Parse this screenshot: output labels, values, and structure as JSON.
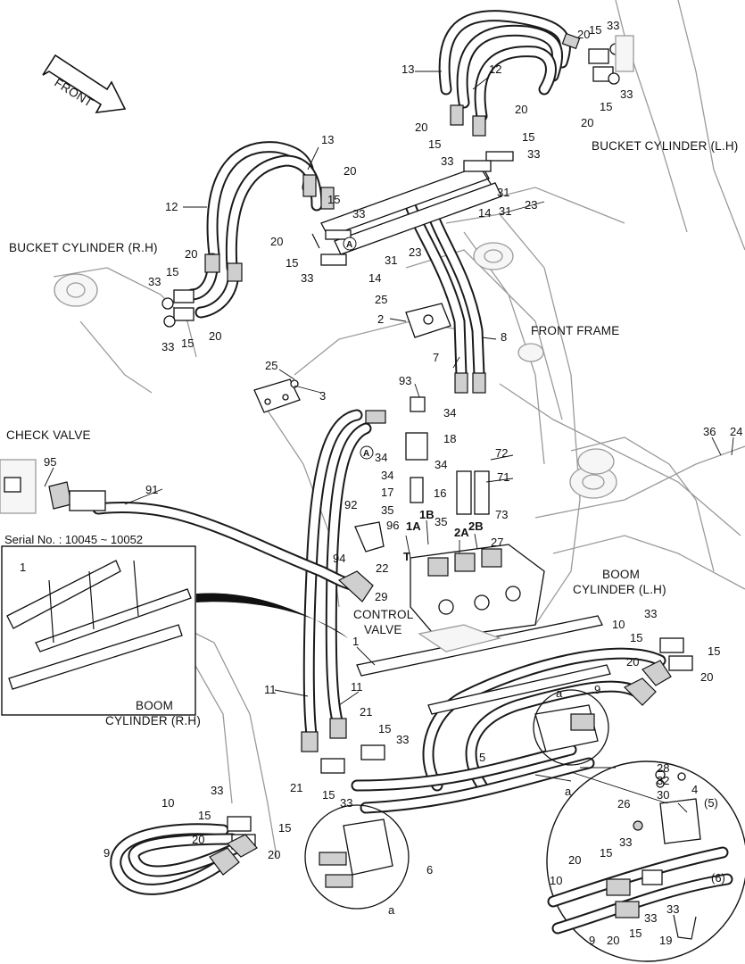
{
  "captions": {
    "front": "FRONT",
    "bucket_cyl_lh": "BUCKET CYLINDER (L.H)",
    "bucket_cyl_rh": "BUCKET CYLINDER (R.H)",
    "front_frame": "FRONT FRAME",
    "check_valve": "CHECK VALVE",
    "serial_no": "Serial No. : 10045 ~ 10052",
    "control_valve_1": "CONTROL",
    "control_valve_2": "VALVE",
    "boom_cyl_lh_1": "BOOM",
    "boom_cyl_lh_2": "CYLINDER (L.H)",
    "boom_cyl_rh_1": "BOOM",
    "boom_cyl_rh_2": "CYLINDER (R.H)"
  },
  "ports": {
    "p1a": "1A",
    "p1b": "1B",
    "p2a": "2A",
    "p2b": "2B",
    "t": "T"
  },
  "callouts": {
    "n1": "1",
    "n2": "2",
    "n3": "3",
    "n4": "4",
    "n5": "5",
    "n6": "6",
    "n7": "7",
    "n8": "8",
    "n9": "9",
    "n10": "10",
    "n11": "11",
    "n12": "12",
    "n13": "13",
    "n14": "14",
    "n15": "15",
    "n16": "16",
    "n17": "17",
    "n18": "18",
    "n19": "19",
    "n20": "20",
    "n21": "21",
    "n22": "22",
    "n23": "23",
    "n24": "24",
    "n25": "25",
    "n26": "26",
    "n27": "27",
    "n28": "28",
    "n29": "29",
    "n30": "30",
    "n31": "31",
    "n32": "32",
    "n33": "33",
    "n34": "34",
    "n35": "35",
    "n36": "36",
    "n71": "71",
    "n72": "72",
    "n73": "73",
    "n91": "91",
    "n92": "92",
    "n93": "93",
    "n94": "94",
    "n95": "95",
    "n96": "96",
    "p5": "(5)",
    "p6": "(6)",
    "a": "a",
    "circA": "A"
  },
  "icons": [
    "front-arrow-icon",
    "detail-circle-icon",
    "inset-box-icon"
  ]
}
